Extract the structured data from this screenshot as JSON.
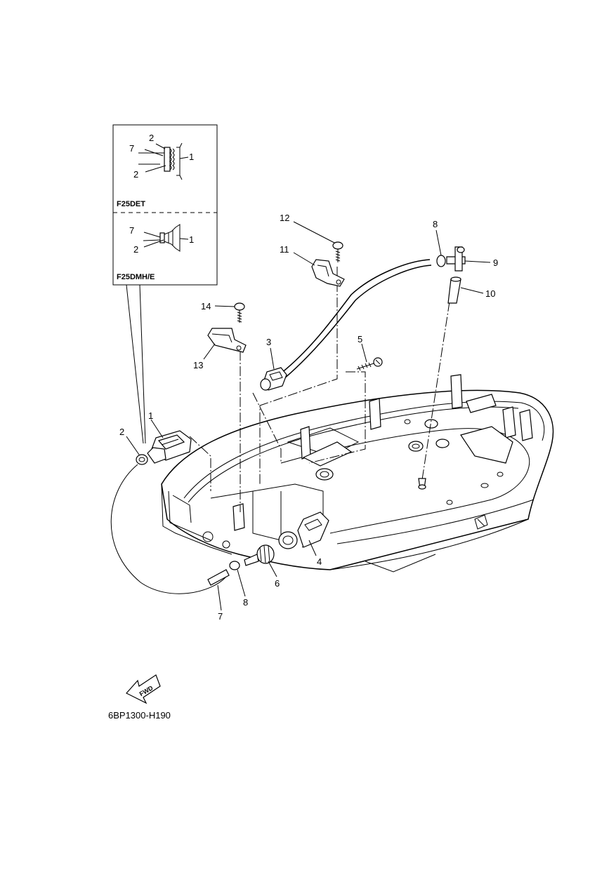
{
  "inset": {
    "variant_top": "F25DET",
    "variant_bottom": "F25DMH/E",
    "callouts_top": [
      "2",
      "7",
      "1",
      "2"
    ],
    "callouts_bottom": [
      "7",
      "1",
      "2"
    ]
  },
  "callouts": {
    "c1": "1",
    "c2": "2",
    "c3": "3",
    "c4": "4",
    "c5": "5",
    "c6": "6",
    "c7": "7",
    "c8a": "8",
    "c8b": "8",
    "c9": "9",
    "c10": "10",
    "c11": "11",
    "c12": "12",
    "c13": "13",
    "c14": "14"
  },
  "fwd_label": "FWD",
  "diagram_code": "6BP1300-H190"
}
